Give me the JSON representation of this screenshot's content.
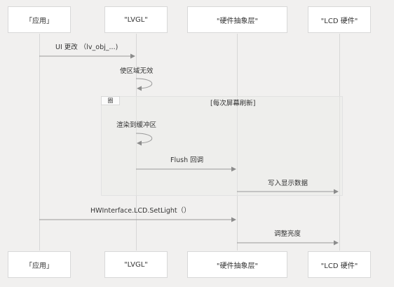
{
  "participants": [
    "「应用」",
    "\"LVGL\"",
    "\"硬件抽象层\"",
    "\"LCD 硬件\""
  ],
  "messages": [
    {
      "text": "UI 更改 （lv_obj_...)"
    },
    {
      "text": "使区域无效"
    },
    {
      "text": "渲染到缓冲区"
    },
    {
      "text": "Flush 回调"
    },
    {
      "text": "写入显示数据"
    },
    {
      "text": "HWInterface.LCD.SetLight（）"
    },
    {
      "text": "调整亮度"
    }
  ],
  "loop": {
    "tag": "圈",
    "label": "[每次屏幕刷新]"
  }
}
